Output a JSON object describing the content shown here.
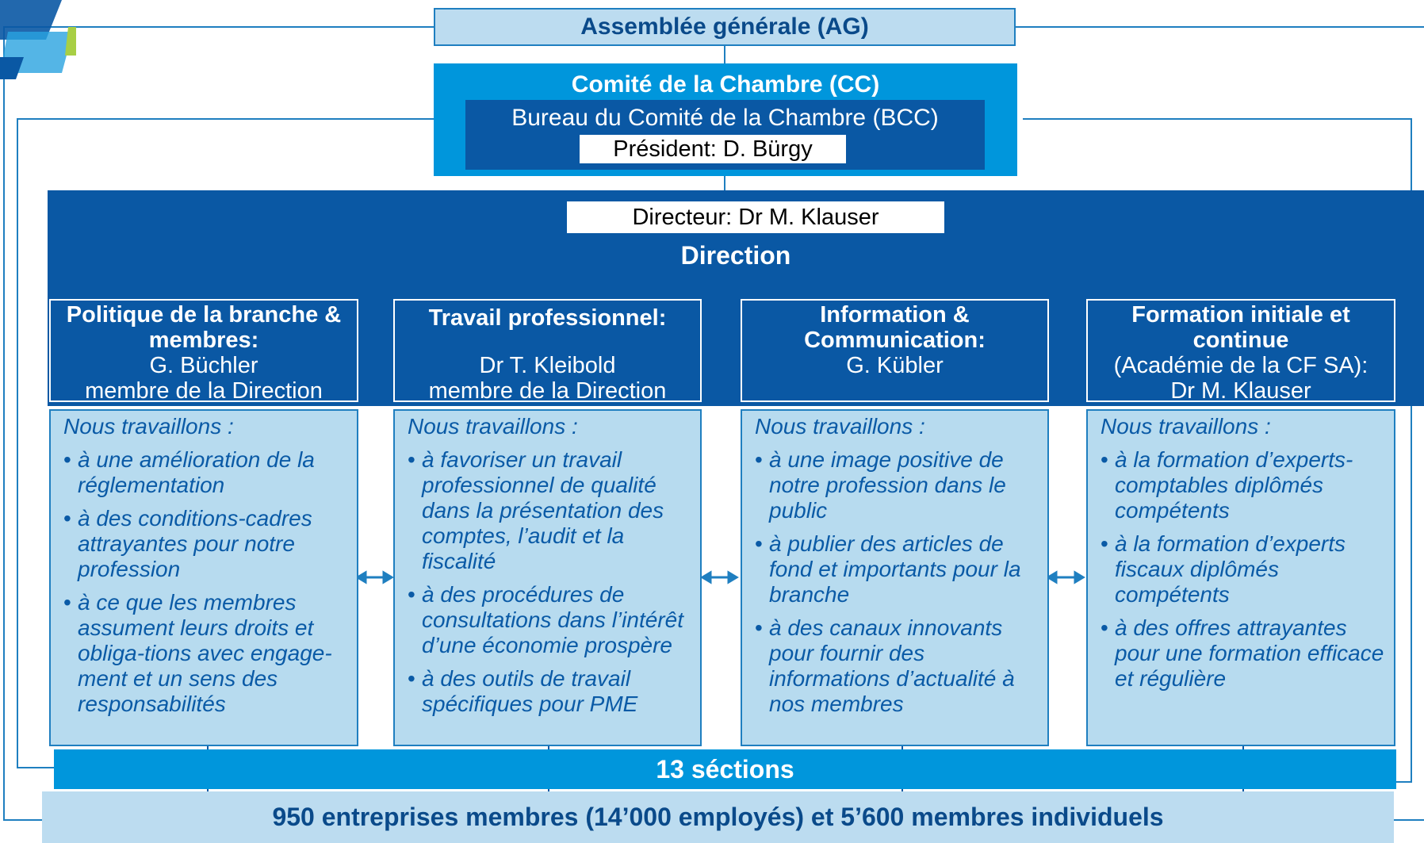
{
  "ag": {
    "label": "Assemblée générale (AG)"
  },
  "cc": {
    "title": "Comité de la Chambre (CC)",
    "bureau": "Bureau du Comité de la Chambre (BCC)",
    "president": "Président: D. Bürgy"
  },
  "direction": {
    "director": "Directeur: Dr M. Klauser",
    "title": "Direction"
  },
  "departments": [
    {
      "title": "Politique de la branche & membres:",
      "person": "G. Büchler",
      "role": "membre de la Direction",
      "intro": "Nous travaillons :",
      "items": [
        "à une amélioration de la réglementation",
        "à des conditions-cadres attrayantes pour notre profession",
        "à ce que les  membres assument leurs droits et obliga-tions avec engage-ment et un sens des responsabilités"
      ]
    },
    {
      "title": "Travail professionnel:",
      "person": "Dr T. Kleibold",
      "role": "membre de la Direction",
      "intro": "Nous travaillons :",
      "items": [
        "à favoriser un travail professionnel  de qualité dans la présentation des comptes, l’audit et la fiscalité",
        "à des procédures de consultations dans l’intérêt d’une économie prospère",
        "à des outils de travail spécifiques pour PME"
      ]
    },
    {
      "title": "Information & Communication:",
      "person": "G. Kübler",
      "role": "",
      "intro": "Nous travaillons :",
      "items": [
        "à une image positive de notre profession dans le public",
        "à publier des articles de fond et importants pour la branche",
        "à des canaux innovants pour fournir des informations d’actualité à nos membres"
      ]
    },
    {
      "title": "Formation initiale et continue",
      "person": "(Académie de la CF SA):",
      "role": "Dr M. Klauser",
      "intro": "Nous travaillons :",
      "items": [
        "à la formation d’experts-comptables diplômés compétents",
        "à la formation d’experts fiscaux diplômés compétents",
        "à des offres attrayantes pour une formation efficace et régulière"
      ]
    }
  ],
  "sections": {
    "label": "13 séctions"
  },
  "members": {
    "label": "950 entreprises membres (14’000 employés) et 5’600 membres individuels"
  },
  "colors": {
    "dark_blue": "#0a58a4",
    "mid_blue": "#0096dc",
    "light_blue": "#bcdcf0",
    "text_blue": "#0a5aa6"
  }
}
